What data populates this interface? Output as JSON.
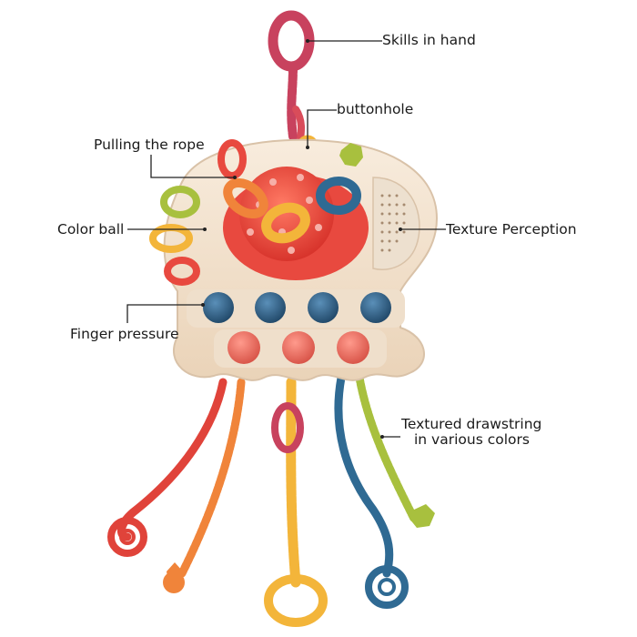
{
  "labels": {
    "skills_in_hand": "Skills in hand",
    "buttonhole": "buttonhole",
    "pulling_the_rope": "Pulling the rope",
    "color_ball": "Color ball",
    "texture_perception": "Texture Perception",
    "finger_pressure": "Finger pressure",
    "textured_drawstring_line1": "Textured drawstring",
    "textured_drawstring_line2": "in various colors"
  },
  "colors": {
    "body": "#f3e3d0",
    "body_shadow": "#d9c2a8",
    "ball": "#e8493f",
    "pop_blue": "#2f5f86",
    "pop_red": "#e86a5e",
    "rope_top": "#c8425e",
    "rope_red": "#e0433a",
    "rope_orange": "#f0843a",
    "rope_yellow": "#f3b53a",
    "rope_blue": "#2f6a93",
    "rope_green": "#a8c03e"
  }
}
